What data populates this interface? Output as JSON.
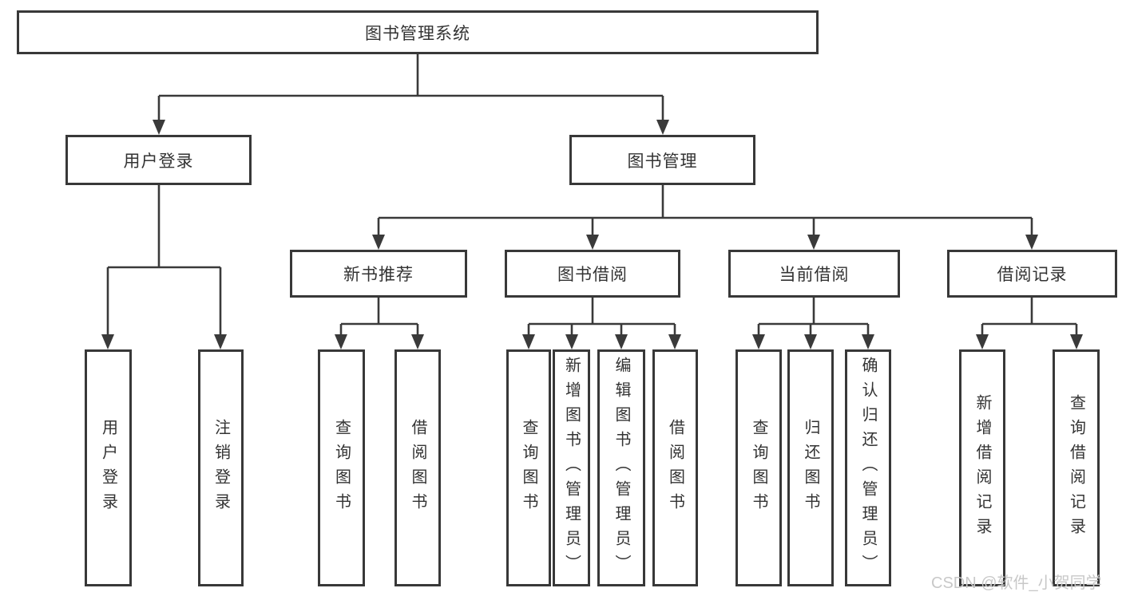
{
  "nodes": {
    "root": {
      "label": "图书管理系统"
    },
    "level2": [
      {
        "label": "用户登录"
      },
      {
        "label": "图书管理"
      }
    ],
    "level3": [
      {
        "label": "新书推荐"
      },
      {
        "label": "图书借阅"
      },
      {
        "label": "当前借阅"
      },
      {
        "label": "借阅记录"
      }
    ],
    "level4": [
      {
        "label": "用户登录"
      },
      {
        "label": "注销登录"
      },
      {
        "label": "查询图书"
      },
      {
        "label": "借阅图书"
      },
      {
        "label": "查询图书"
      },
      {
        "label": "新增图书（管理员）"
      },
      {
        "label": "编辑图书（管理员）"
      },
      {
        "label": "借阅图书"
      },
      {
        "label": "查询图书"
      },
      {
        "label": "归还图书"
      },
      {
        "label": "确认归还（管理员）"
      },
      {
        "label": "新增借阅记录"
      },
      {
        "label": "查询借阅记录"
      }
    ]
  },
  "watermark": "CSDN @软件_小贺同学",
  "colors": {
    "line": "#3a3a3a",
    "border": "#383838",
    "text": "#333333",
    "watermark": "#c8c8c8",
    "background": "#ffffff"
  }
}
